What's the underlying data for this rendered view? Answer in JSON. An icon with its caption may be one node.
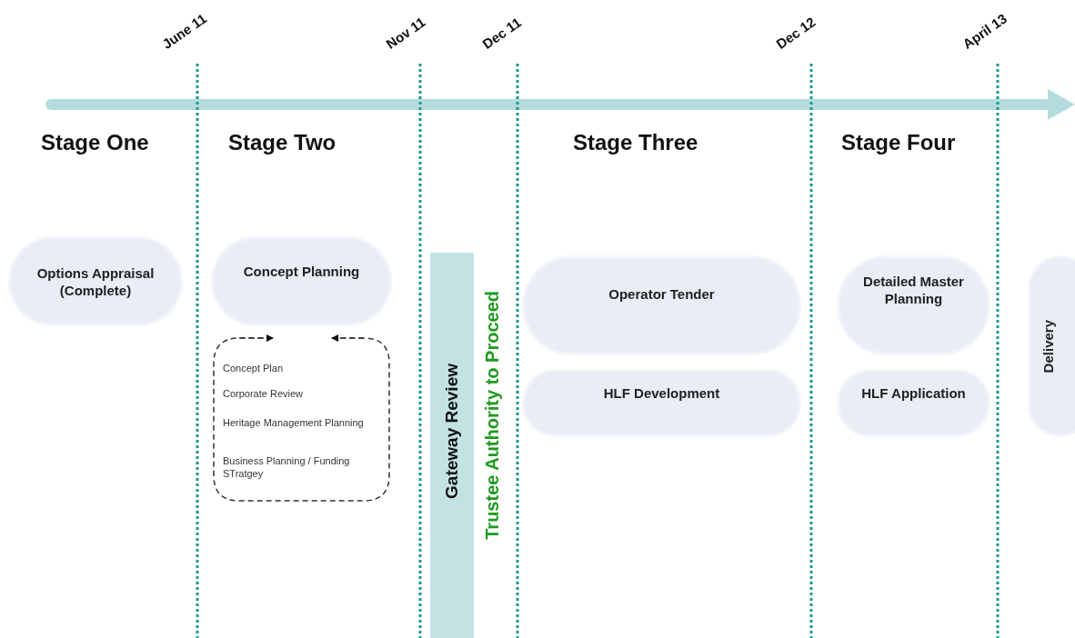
{
  "diagram": {
    "nodes": [
      {
        "text": [
          "Options Appraisal (Complete)"
        ]
      },
      {
        "text": [
          "Concept Planning"
        ]
      },
      {
        "text": [
          "Concept Plan",
          "Corporate Review",
          "Heritage Management Planning",
          "Business Planning / Funding STratgey"
        ]
      },
      {
        "text": [
          "Gateway Review"
        ]
      },
      {
        "text": [
          "Operator Tender"
        ]
      },
      {
        "text": [
          "HLF Development"
        ]
      },
      {
        "text": [
          "Detailed Master Planning"
        ]
      },
      {
        "text": [
          "HLF Application"
        ]
      },
      {
        "text": [
          "Delivery"
        ]
      }
    ],
    "labels": [
      "June 11",
      "Nov 11",
      "Dec 11",
      "Dec 12",
      "April 13",
      "Stage One",
      "Stage Two",
      "Stage Three",
      "Stage Four",
      "Trustee Authority to Proceed"
    ]
  }
}
